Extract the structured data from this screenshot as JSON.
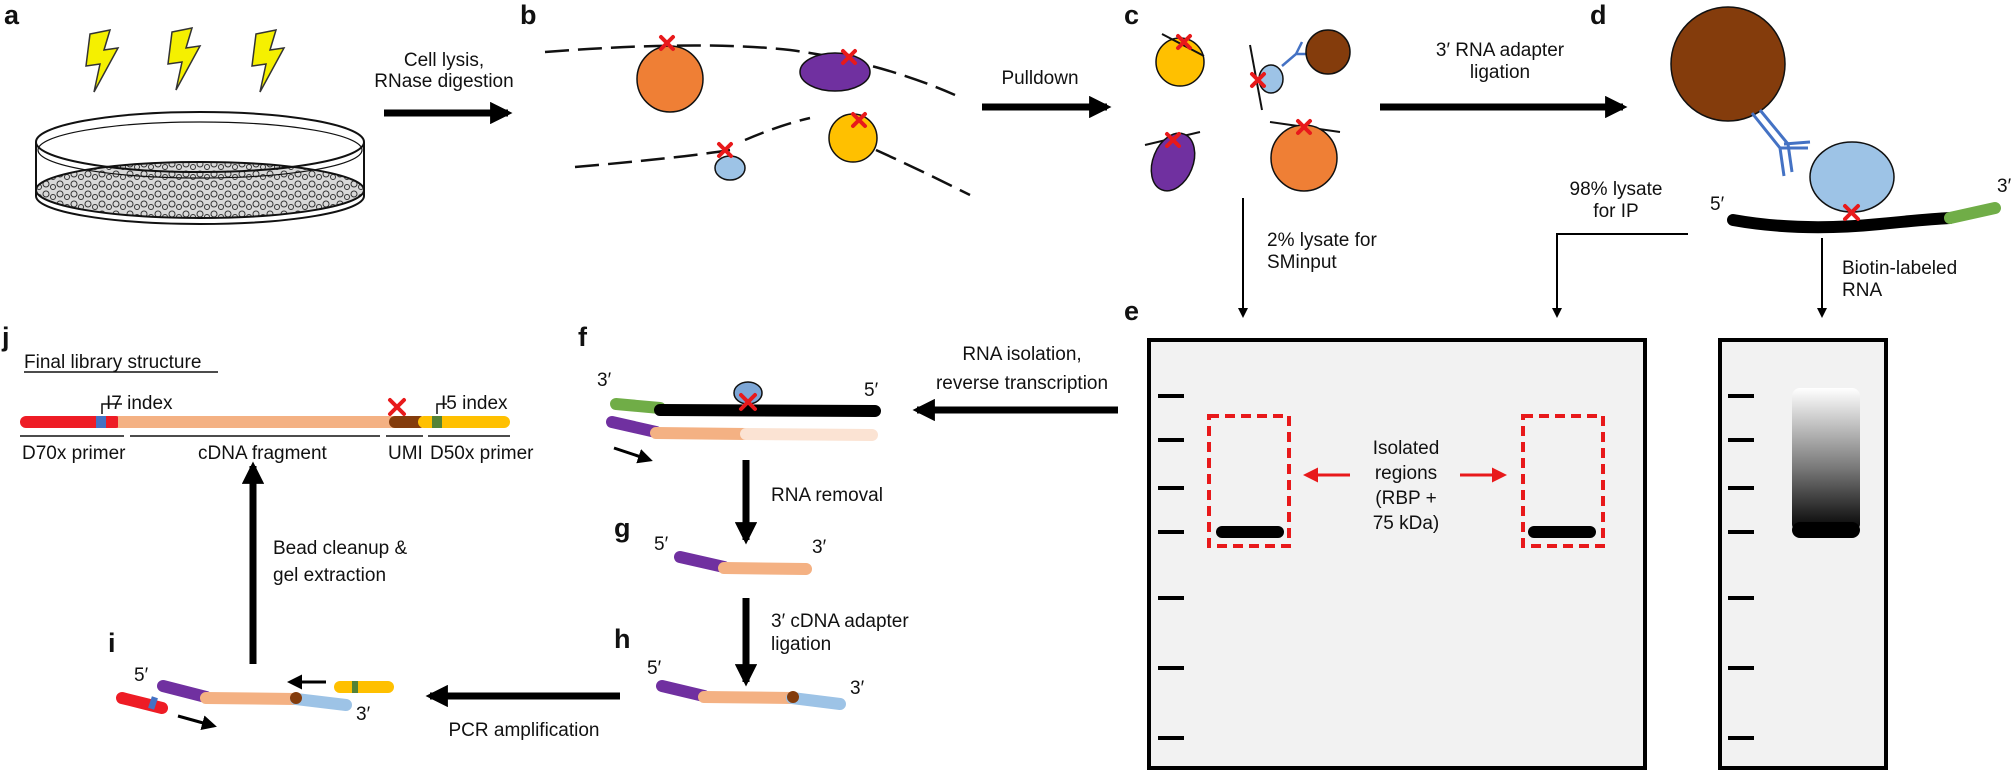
{
  "panels": {
    "a": "a",
    "b": "b",
    "c": "c",
    "d": "d",
    "e": "e",
    "f": "f",
    "g": "g",
    "h": "h",
    "i": "i",
    "j": "j"
  },
  "arrows": {
    "lysis_1": "Cell lysis,",
    "lysis_2": "RNase digestion",
    "pulldown": "Pulldown",
    "adapter3_1": "3′ RNA adapter",
    "adapter3_2": "ligation",
    "smin_1": "2% lysate for",
    "smin_2": "SMinput",
    "ip_1": "98% lysate",
    "ip_2": "for IP",
    "biotin_1": "Biotin-labeled",
    "biotin_2": "RNA",
    "rna_iso_1": "RNA isolation,",
    "rna_iso_2": "reverse transcription",
    "rna_removal": "RNA removal",
    "cdna_adapter_1": "3′ cDNA adapter",
    "cdna_adapter_2": "ligation",
    "pcr": "PCR amplification",
    "bead_1": "Bead cleanup &",
    "bead_2": "gel extraction"
  },
  "gel": {
    "isolated_1": "Isolated",
    "isolated_2": "regions",
    "isolated_3": "(RBP +",
    "isolated_4": "75 kDa)"
  },
  "library": {
    "title": "Final library structure",
    "i7": "I7 index",
    "i5": "I5 index",
    "d70x": "D70x primer",
    "cdna": "cDNA fragment",
    "umi": "UMI",
    "d50x": "D50x primer"
  },
  "ends": {
    "five": "5′",
    "three": "3′"
  },
  "colors": {
    "orange_protein": "#ef7f35",
    "purple_protein": "#7030a0",
    "lightblue_protein": "#9dc3e6",
    "yellow_protein": "#ffc000",
    "brown_bead": "#843c0c",
    "crosslink": "#e8191b",
    "adapter_green": "#70ad47",
    "cdna_peach": "#f4b183",
    "index_red": "#ee1c25",
    "antibody_blue": "#4472c4",
    "gel_background": "#f2f2f2"
  }
}
